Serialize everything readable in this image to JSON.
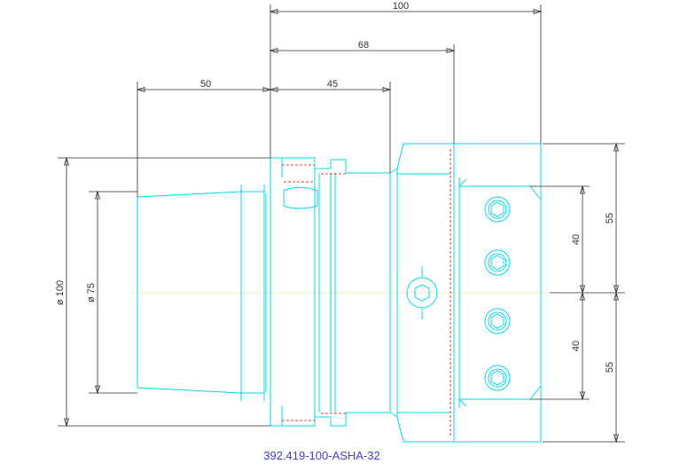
{
  "drawing": {
    "part_number": "392.419-100-ASHA-32",
    "dimensions": {
      "overall_length": "100",
      "length_68": "68",
      "length_45": "45",
      "shank_length": "50",
      "outer_diameter": "ø 100",
      "taper_diameter": "ø 75",
      "height_55_top": "55",
      "height_55_bottom": "55",
      "height_40_top": "40",
      "height_40_bottom": "40"
    },
    "colors": {
      "outline": "#00d8e8",
      "dimension": "#303030",
      "hidden": "#e00000",
      "centerline": "#e8e89a",
      "part_number": "#4040d0"
    }
  }
}
